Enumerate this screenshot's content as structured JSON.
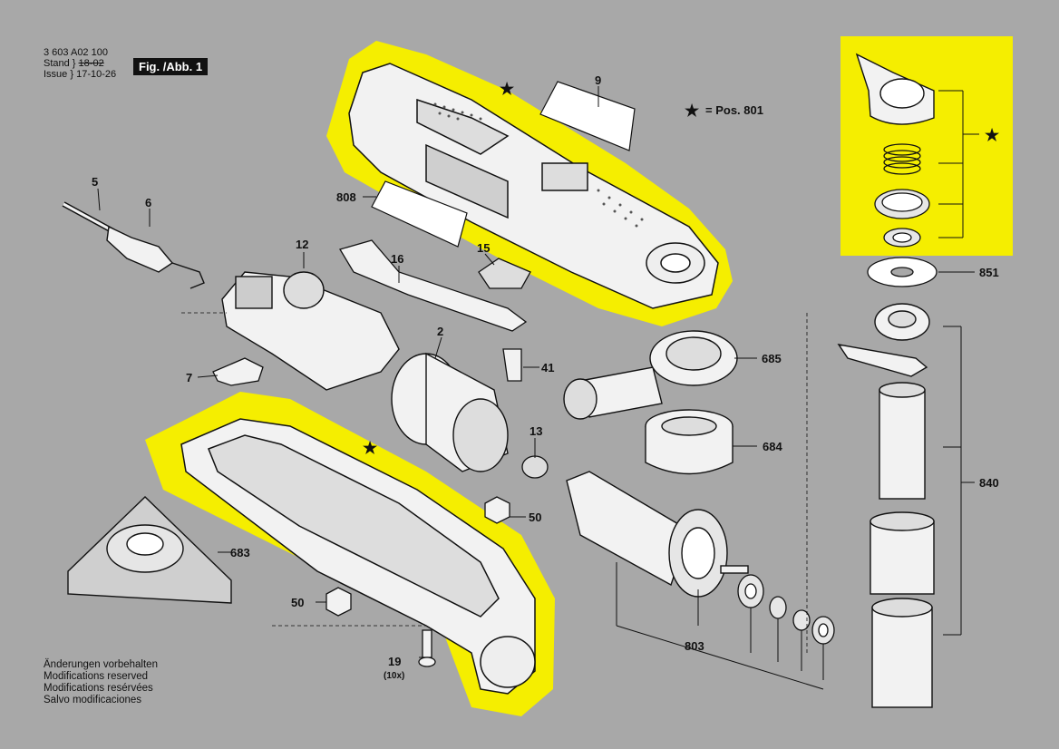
{
  "header": {
    "part_number": "3 603 A02 100",
    "stand_label": "Stand",
    "stand_value": "18-02",
    "issue_label": "Issue",
    "issue_value": "17-10-26",
    "figure_label": "Fig. /Abb. 1"
  },
  "legend": {
    "star_meaning": "= Pos. 801"
  },
  "parts": {
    "p2": "2",
    "p5": "5",
    "p6": "6",
    "p7": "7",
    "p9": "9",
    "p12": "12",
    "p13": "13",
    "p15": "15",
    "p16": "16",
    "p19": "19",
    "p19_qty": "(10x)",
    "p41": "41",
    "p50a": "50",
    "p50b": "50",
    "p683": "683",
    "p684": "684",
    "p685": "685",
    "p803": "803",
    "p808": "808",
    "p840": "840",
    "p851": "851"
  },
  "notes": [
    "Änderungen vorbehalten",
    "Modifications reserved",
    "Modifications resérvées",
    "Salvo modificaciones"
  ],
  "colors": {
    "background": "#a8a8a8",
    "highlight": "#f5ee00",
    "line": "#111111",
    "part_fill": "#f2f2f2"
  }
}
